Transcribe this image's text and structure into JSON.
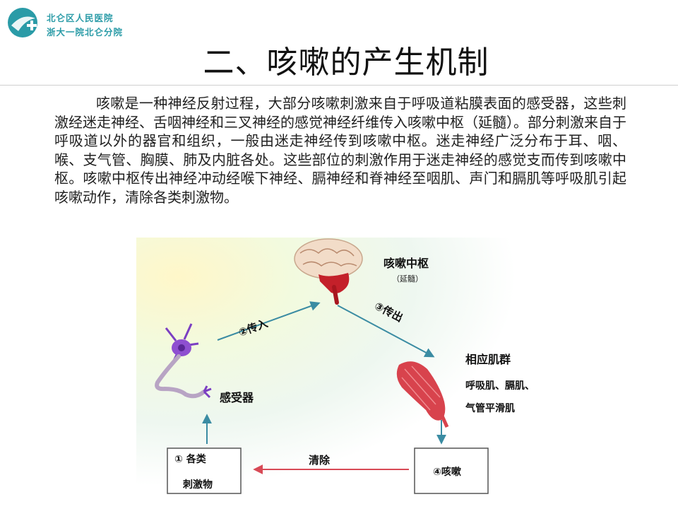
{
  "header": {
    "hospital_name": "北仑区人民医院",
    "hospital_branch": "浙大一院北仑分院",
    "colors": {
      "brand": "#2a9ba7",
      "title": "#111111"
    }
  },
  "slide": {
    "title": "二、咳嗽的产生机制",
    "paragraph": "咳嗽是一种神经反射过程，大部分咳嗽刺激来自于呼吸道粘膜表面的感受器，这些刺激经迷走神经、舌咽神经和三叉神经的感觉神经纤维传入咳嗽中枢（延髓）。部分刺激来自于呼吸道以外的器官和组织，一般由迷走神经传到咳嗽中枢。迷走神经广泛分布于耳、咽、喉、支气管、胸膜、肺及内脏各处。这些部位的刺激作用于迷走神经的感觉支而传到咳嗽中枢。咳嗽中枢传出神经冲动经喉下神经、膈神经和脊神经至咽肌、声门和膈肌等呼吸肌引起咳嗽动作，清除各类刺激物。"
  },
  "diagram": {
    "center_label": "咳嗽中枢",
    "center_sub": "（延髓）",
    "arrow_in": "②传入",
    "arrow_out": "③传出",
    "muscle_title": "相应肌群",
    "muscle_line1": "呼吸肌、膈肌、",
    "muscle_line2": "气管平滑肌",
    "receptor_label": "感受器",
    "stimulus_line1": "① 各类",
    "stimulus_line2": "刺激物",
    "clear_label": "清除",
    "cough_label": "④咳嗽"
  }
}
